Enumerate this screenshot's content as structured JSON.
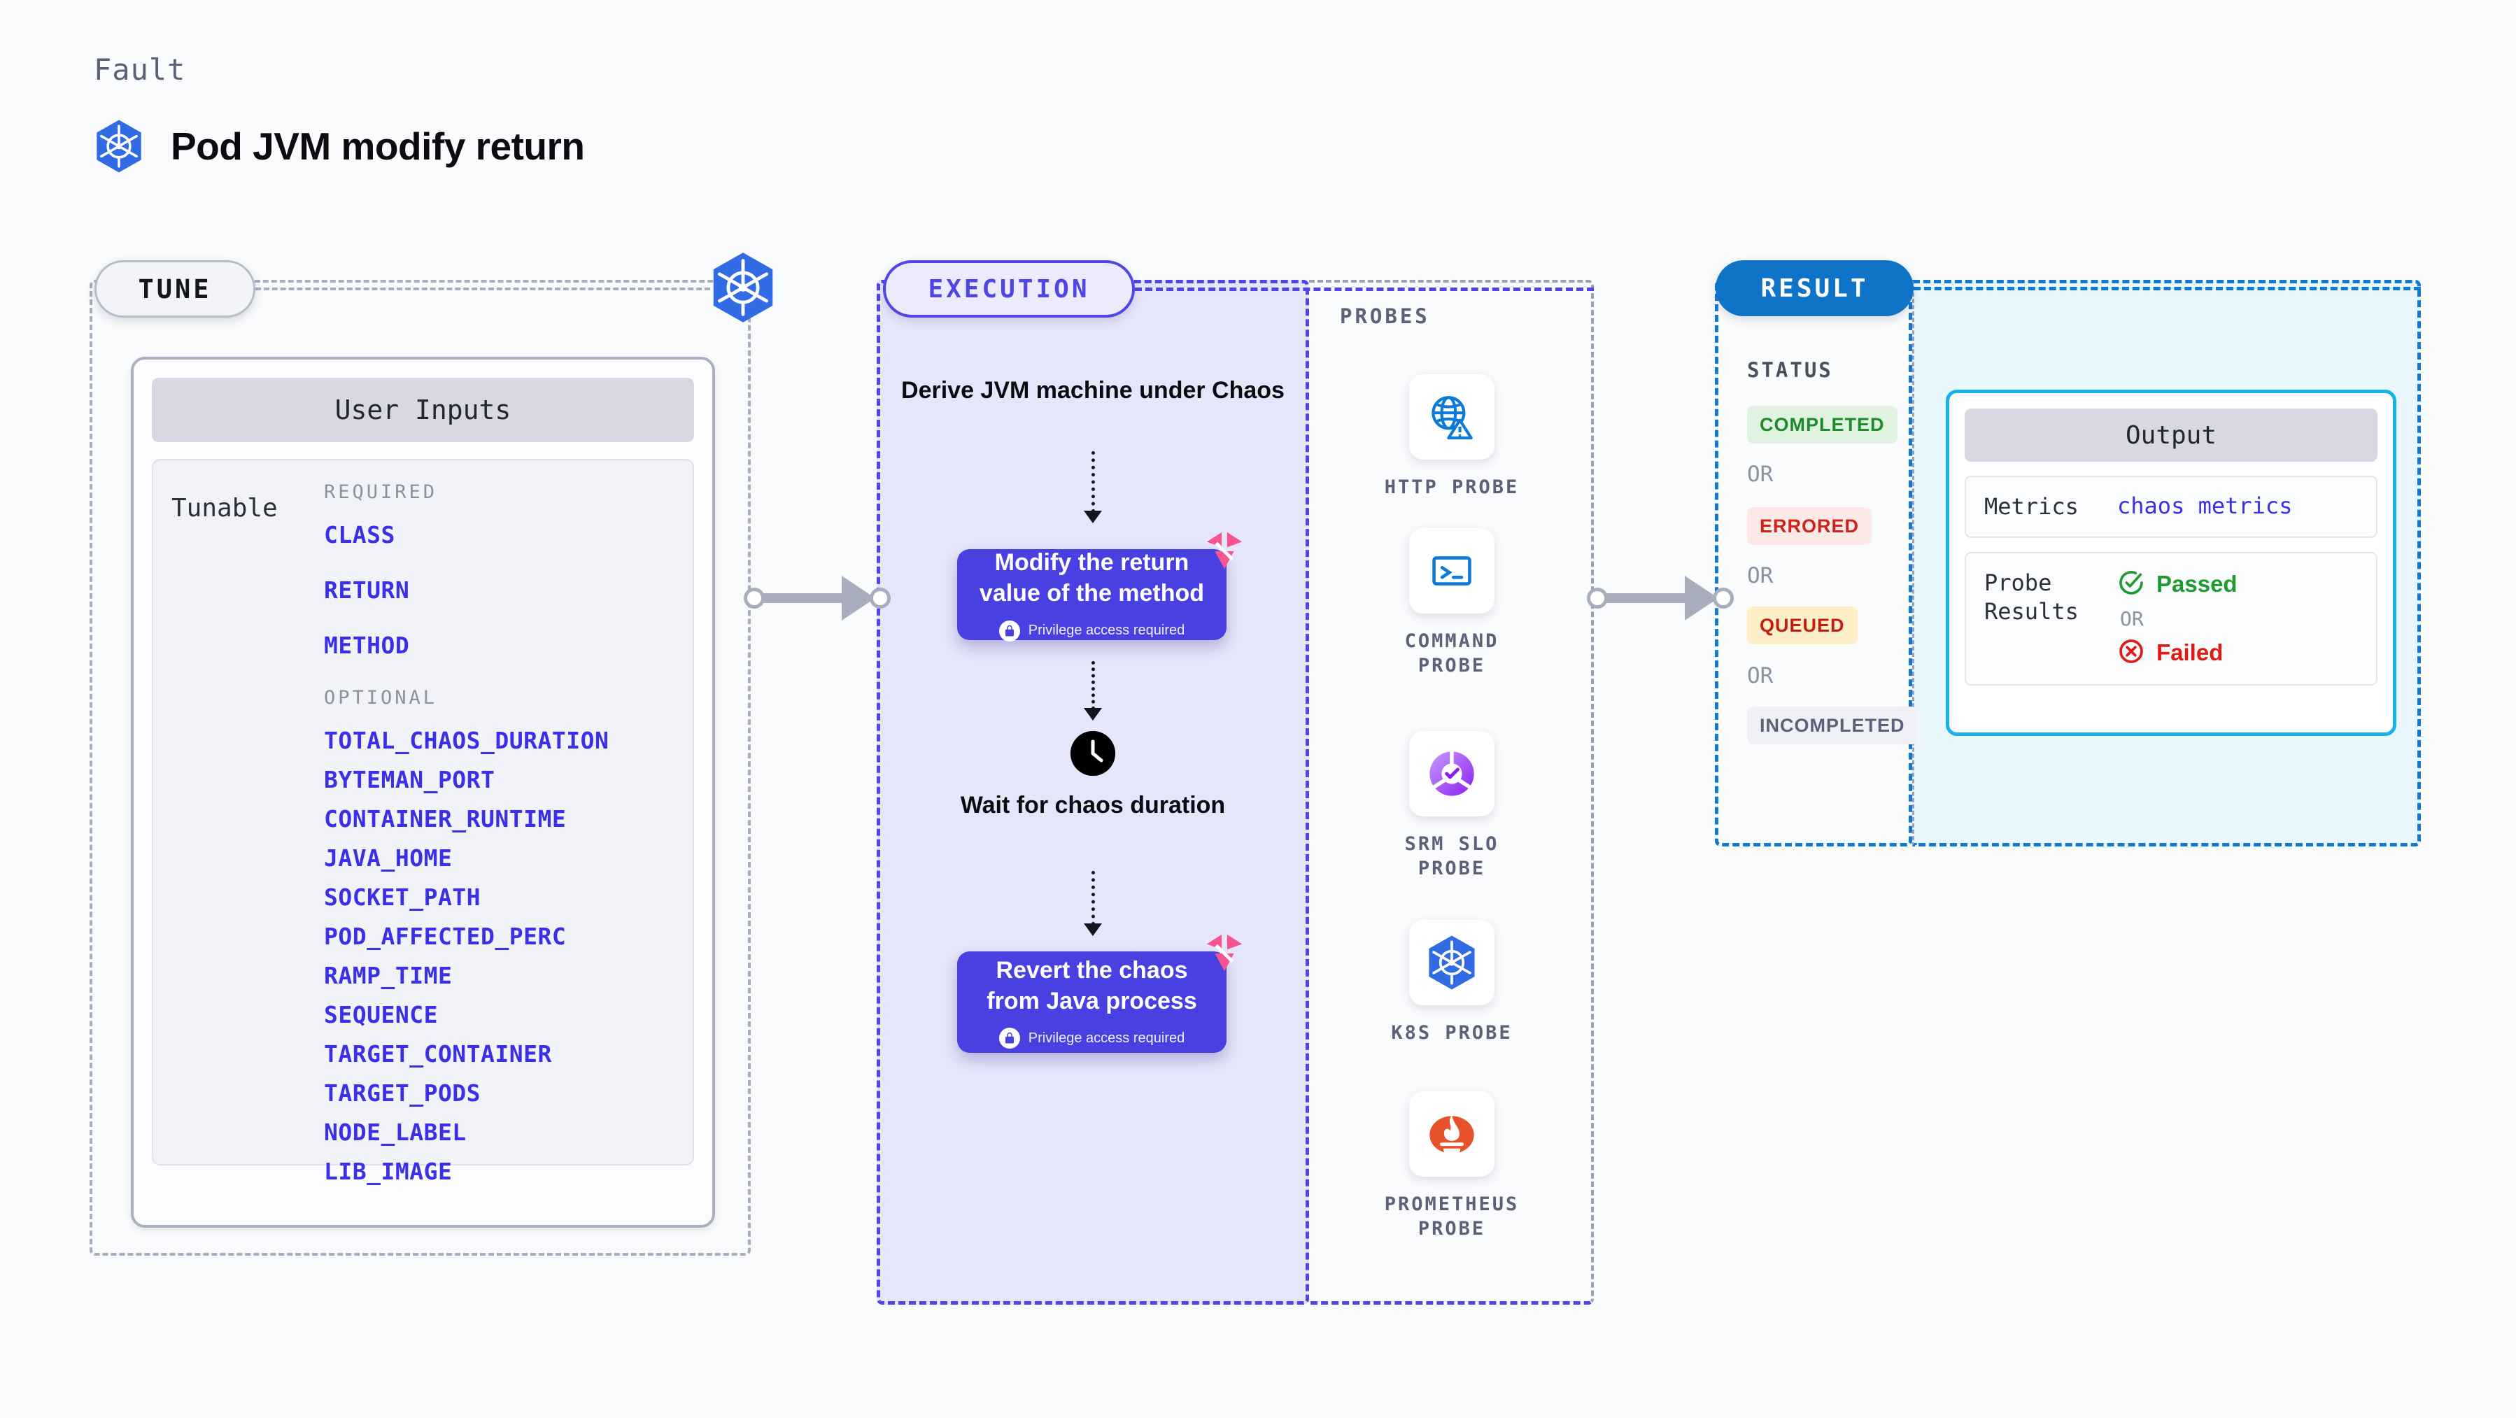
{
  "header": {
    "eyebrow": "Fault",
    "title": "Pod JVM modify return",
    "icon": "kubernetes-icon"
  },
  "stages": {
    "tune": {
      "label": "TUNE"
    },
    "execution": {
      "label": "EXECUTION"
    },
    "result": {
      "label": "RESULT"
    }
  },
  "tune": {
    "card_title": "User Inputs",
    "row_label": "Tunable",
    "required_label": "REQUIRED",
    "optional_label": "OPTIONAL",
    "required": [
      "CLASS",
      "RETURN",
      "METHOD"
    ],
    "optional": [
      "TOTAL_CHAOS_DURATION",
      "BYTEMAN_PORT",
      "CONTAINER_RUNTIME",
      "JAVA_HOME",
      "SOCKET_PATH",
      "POD_AFFECTED_PERC",
      "RAMP_TIME",
      "SEQUENCE",
      "TARGET_CONTAINER",
      "TARGET_PODS",
      "NODE_LABEL",
      "LIB_IMAGE"
    ]
  },
  "execution": {
    "step1_title": "Derive JVM machine under Chaos",
    "step2_title": "Modify the return value of the method",
    "step2_note": "Privilege access required",
    "step3_title": "Wait for chaos duration",
    "step4_title": "Revert the chaos from Java process",
    "step4_note": "Privilege access required"
  },
  "probes": {
    "label": "PROBES",
    "items": [
      {
        "name": "HTTP PROBE",
        "icon": "globe-warning-icon"
      },
      {
        "name": "COMMAND PROBE",
        "icon": "terminal-icon"
      },
      {
        "name": "SRM SLO PROBE",
        "icon": "slo-gauge-check-icon"
      },
      {
        "name": "K8S PROBE",
        "icon": "kubernetes-icon"
      },
      {
        "name": "PROMETHEUS PROBE",
        "icon": "prometheus-icon"
      }
    ]
  },
  "result": {
    "status_label": "STATUS",
    "or_label": "OR",
    "statuses": [
      {
        "text": "COMPLETED",
        "bg": "#dff3e0",
        "fg": "#1f8a2b"
      },
      {
        "text": "ERRORED",
        "bg": "#fde9e7",
        "fg": "#cf2318"
      },
      {
        "text": "QUEUED",
        "bg": "#fdf0c9",
        "fg": "#c21e0f"
      },
      {
        "text": "INCOMPLETED",
        "bg": "#eff1f6",
        "fg": "#5b6178"
      }
    ]
  },
  "output": {
    "card_title": "Output",
    "metrics_key": "Metrics",
    "metrics_value": "chaos metrics",
    "probe_results_key": "Probe Results",
    "passed_text": "Passed",
    "failed_text": "Failed",
    "or_label": "OR"
  },
  "colors": {
    "indigo": "#4f46e5",
    "blue": "#1578cf",
    "cyan": "#19b2e8",
    "param_blue": "#3b30e8",
    "pink": "#f8548f",
    "gray_dash": "#a8aebd"
  }
}
